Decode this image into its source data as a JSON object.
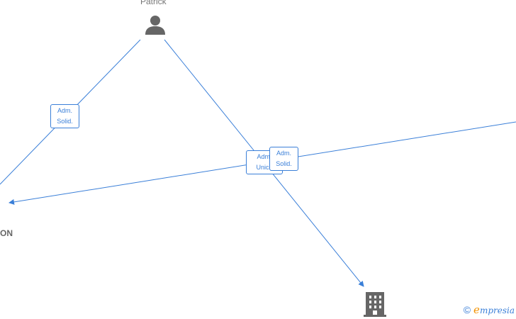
{
  "nodes": {
    "person": {
      "name": "Patrick",
      "icon": "person-icon"
    },
    "company_left": {
      "name": "ON",
      "icon": ""
    },
    "company_bottom": {
      "name": "",
      "icon": "building-icon"
    }
  },
  "edges": [
    {
      "from": "person",
      "to": "company_left",
      "label_line1": "Adm.",
      "label_line2": "Solid."
    },
    {
      "from": "person",
      "to": "company_bottom",
      "label_line1": "Adm.",
      "label_line2": "Unico"
    },
    {
      "from": "offscreen_right",
      "to": "company_left",
      "label_line1": "Adm.",
      "label_line2": "Solid."
    }
  ],
  "watermark": {
    "copyright_symbol": "©",
    "brand_initial": "e",
    "brand_rest": "mpresia"
  },
  "colors": {
    "edge": "#3a7fd8",
    "icon": "#666666",
    "brand_orange": "#f39200"
  }
}
